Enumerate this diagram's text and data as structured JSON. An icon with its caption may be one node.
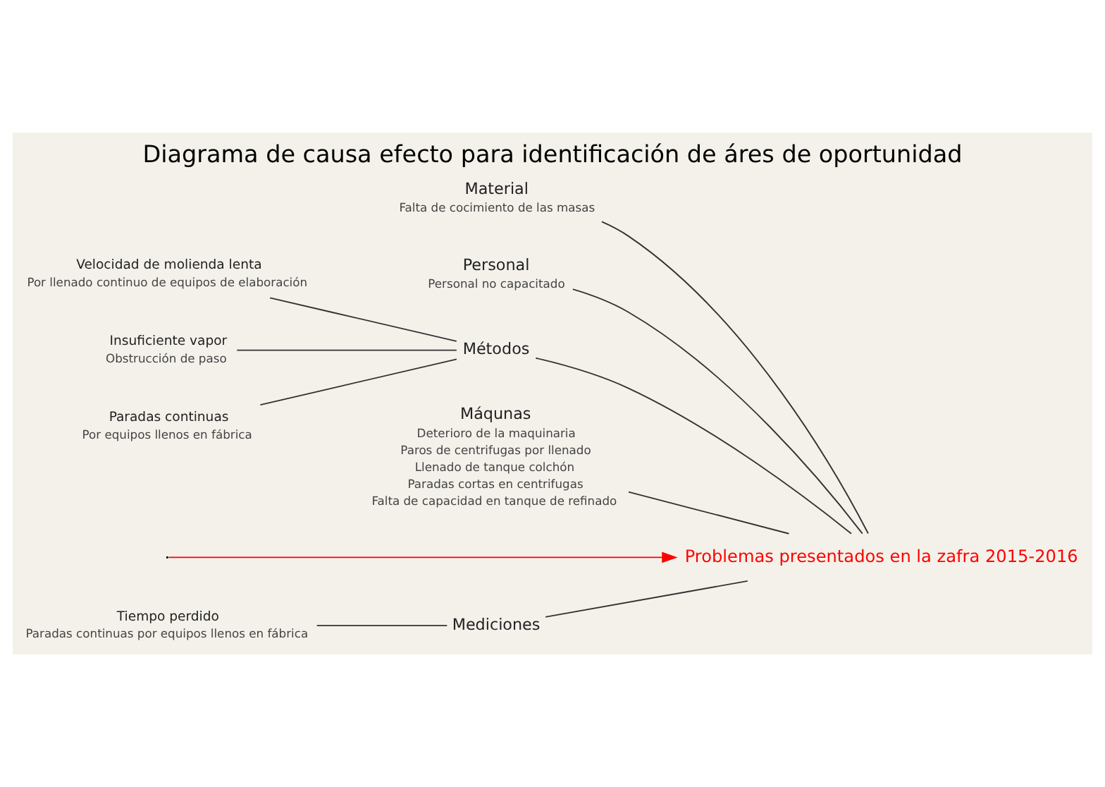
{
  "diagram": {
    "title": "Diagrama de causa efecto para identificación de áres de oportunidad",
    "nodes": [
      {
        "text": [
          "Mediciones"
        ]
      },
      {
        "text": [
          "Material"
        ],
        "beside": [
          "Falta de cocimiento de las masas"
        ]
      },
      {
        "text": [
          "Personal"
        ],
        "beside": [
          "Personal no capacitado"
        ]
      },
      {
        "text": [
          "Métodos"
        ]
      },
      {
        "text": [
          "Máqunas"
        ],
        "beside": [
          "Deterioro de la maquinaria",
          "Paros de centrifugas por llenado",
          "Llenado de tanque colchón",
          "Paradas cortas en centrifugas",
          "Falta de capacidad en tanque de refinado"
        ]
      },
      {
        "text": [
          "Problemas presentados en la zafra 2015-2016"
        ]
      },
      {
        "text": [
          "Tiempo perdido"
        ],
        "beside": [
          "Paradas continuas por equipos llenos en fábrica"
        ]
      },
      {
        "text": [
          "Velocidad de molienda lenta"
        ],
        "beside": [
          "Por llenado continuo de equipos de elaboración"
        ]
      },
      {
        "text": [
          "Insuficiente vapor"
        ],
        "beside": [
          "Obstrucción de paso"
        ]
      },
      {
        "text": [
          "Paradas continuas"
        ],
        "beside": [
          "Por equipos llenos en fábrica"
        ]
      }
    ],
    "edges": [
      {
        "from": null,
        "to": 5,
        "arrow": "to",
        "color": "#ff0000"
      },
      {
        "from": 0,
        "to": 5,
        "arrow": "none"
      },
      {
        "from": 1,
        "to": 5,
        "arrow": "none"
      },
      {
        "from": 2,
        "to": 5,
        "arrow": "none"
      },
      {
        "from": 3,
        "to": 5,
        "arrow": "none"
      },
      {
        "from": 4,
        "to": 5,
        "arrow": "none"
      },
      {
        "from": 6,
        "to": 0,
        "arrow": "none"
      },
      {
        "from": 7,
        "to": 3,
        "arrow": "none"
      },
      {
        "from": 8,
        "to": 3,
        "arrow": "none"
      },
      {
        "from": 9,
        "to": 3,
        "arrow": "none"
      }
    ]
  }
}
